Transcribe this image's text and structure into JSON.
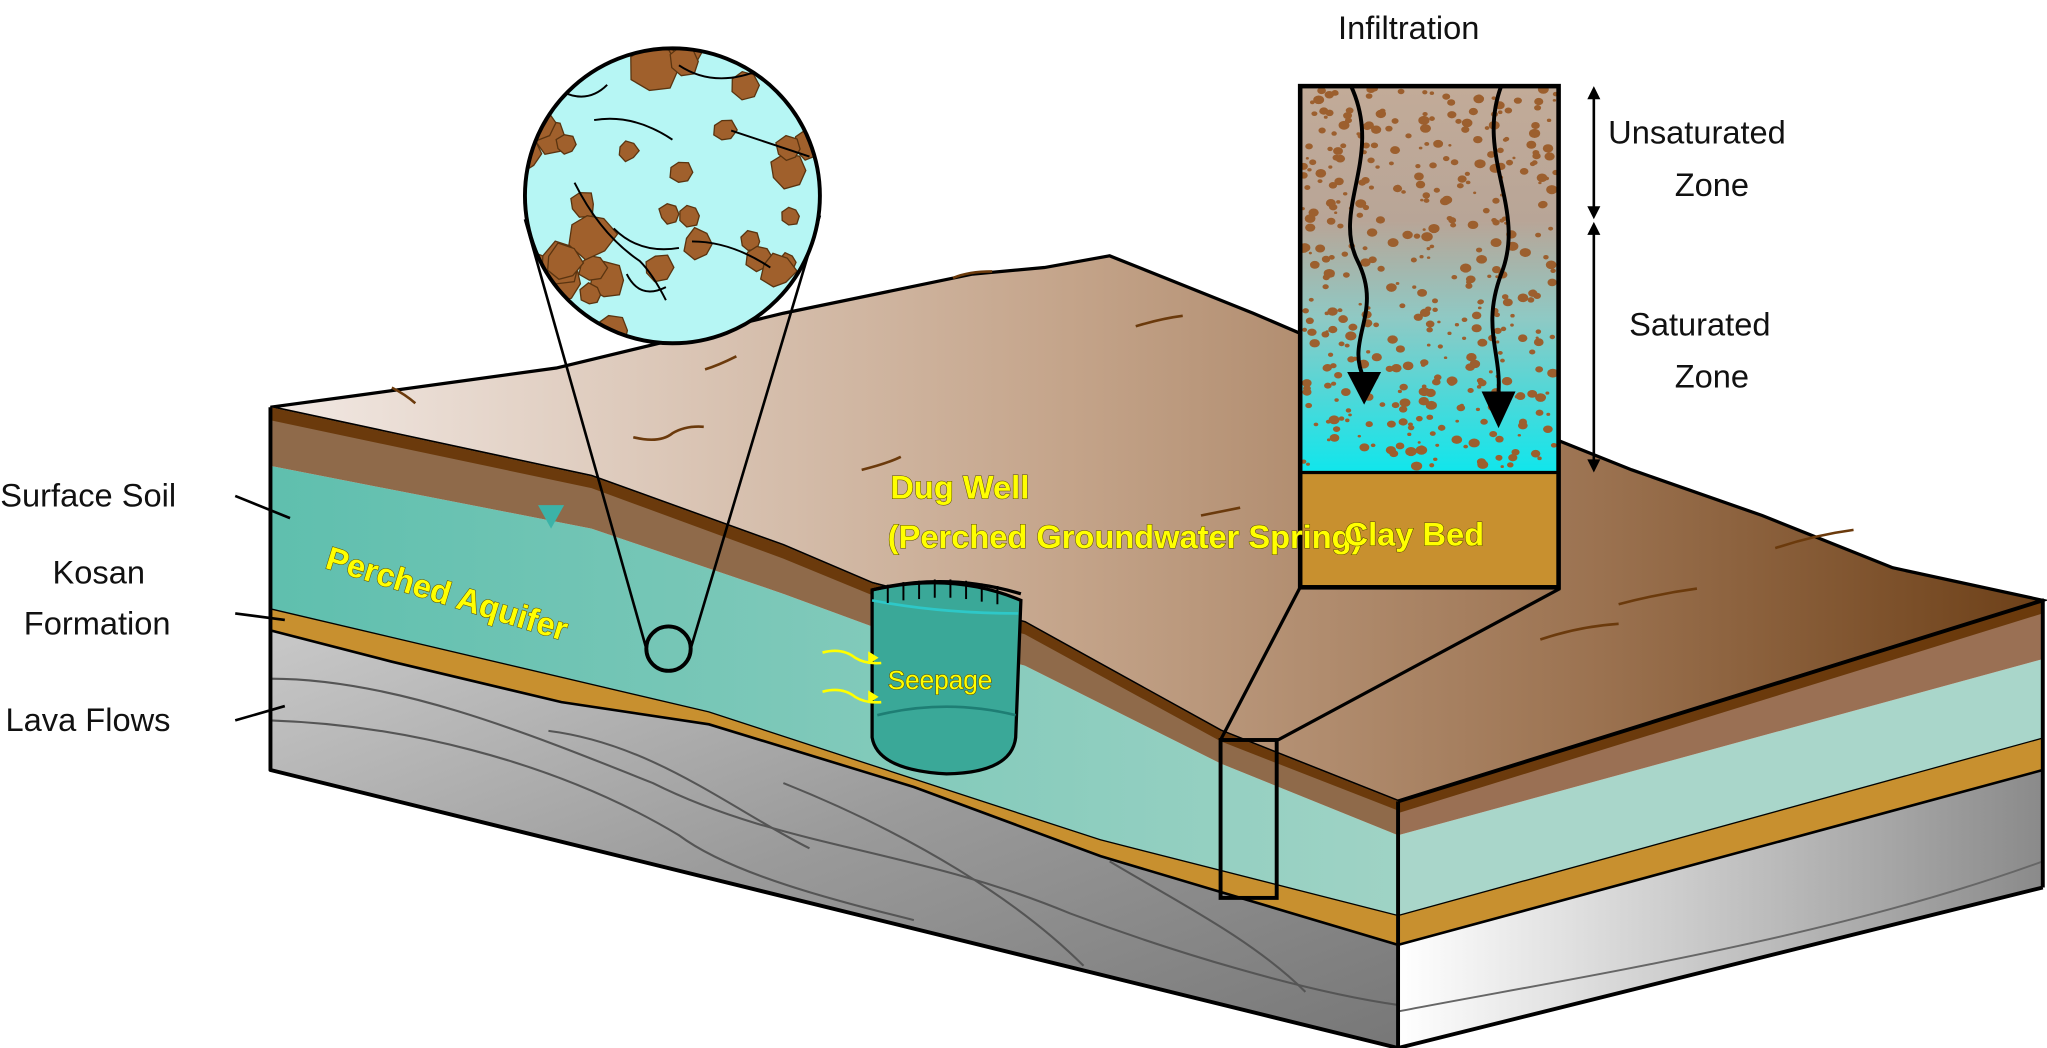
{
  "title": "Perched groundwater block diagram",
  "labels": {
    "surface_soil": "Surface Soil",
    "kosan_formation_1": "Kosan",
    "kosan_formation_2": "Formation",
    "lava_flows": "Lava Flows",
    "perched_aquifer": "Perched Aquifer",
    "dug_well": "Dug Well",
    "dug_well_sub": "(Perched Groundwater Spring)",
    "seepage": "Seepage",
    "infiltration": "Infiltration",
    "unsaturated_zone_1": "Unsaturated",
    "unsaturated_zone_2": "Zone",
    "saturated_zone_1": "Saturated",
    "saturated_zone_2": "Zone",
    "clay_bed": "Clay Bed"
  },
  "colors": {
    "soil": "#8f6a4a",
    "soil_dark": "#6b3a0c",
    "aquifer": "#6fc0b0",
    "clay": "#c8902f",
    "water": "#2bd9dc",
    "pore_water": "#b6f6f4",
    "grain": "#a0602c",
    "label_yellow": "#ffff00"
  }
}
